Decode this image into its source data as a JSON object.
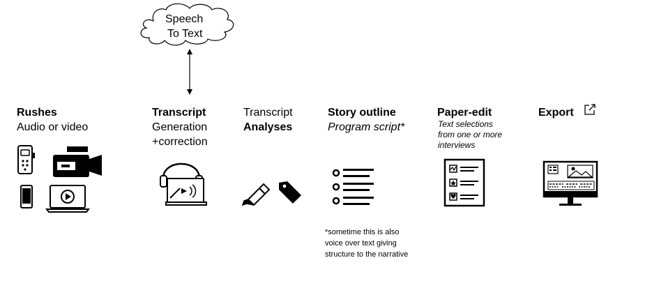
{
  "cloud": {
    "line1": "Speech",
    "line2": "To Text"
  },
  "steps": {
    "rushes": {
      "title": "Rushes",
      "sub": "Audio or video"
    },
    "transcript": {
      "title": "Transcript",
      "line2": "Generation",
      "line3": "+correction"
    },
    "analyses": {
      "line1": "Transcript",
      "line2": "Analyses"
    },
    "story": {
      "title": "Story outline",
      "sub": "Program script*"
    },
    "paper": {
      "title": "Paper-edit",
      "l1": "Text selections",
      "l2": "from one or more",
      "l3": "interviews"
    },
    "export": {
      "title": "Export"
    }
  },
  "footnote": {
    "l1": "*sometime this is also",
    "l2": "voice over text giving",
    "l3": "structure to the narrative"
  },
  "icons": [
    "audio-recorder-icon",
    "video-camera-icon",
    "phone-icon",
    "laptop-video-icon",
    "headphones-laptop-icon",
    "highlighter-icon",
    "tag-icon",
    "list-icon",
    "checklist-icon",
    "monitor-icon",
    "external-link-icon"
  ]
}
